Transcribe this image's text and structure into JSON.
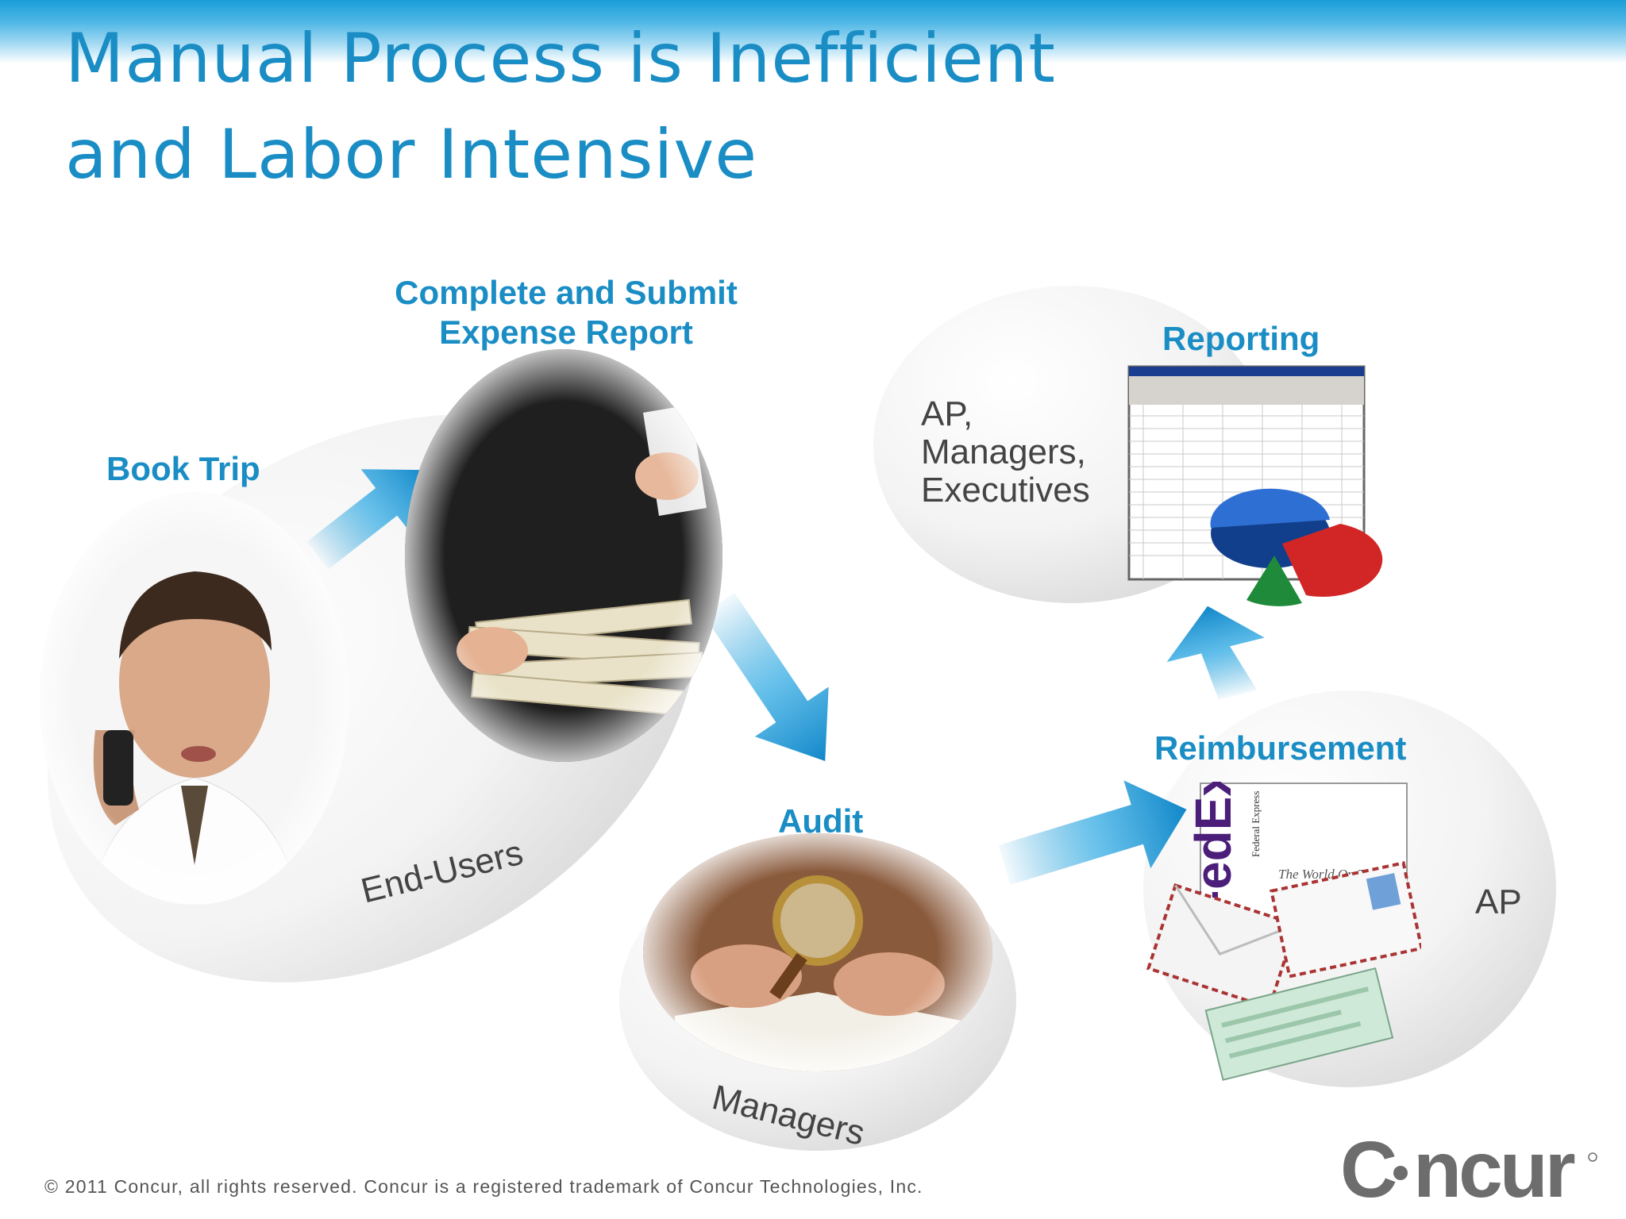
{
  "title": {
    "line1": "Manual Process is Inefficient",
    "line2": "and Labor Intensive"
  },
  "steps": {
    "book_trip": "Book Trip",
    "complete_submit_line1": "Complete and Submit",
    "complete_submit_line2": "Expense Report",
    "audit": "Audit",
    "reimbursement": "Reimbursement",
    "reporting": "Reporting"
  },
  "roles": {
    "end_users": "End-Users",
    "managers": "Managers",
    "ap": "AP",
    "reporting_roles": [
      "AP,",
      "Managers,",
      "Executives"
    ]
  },
  "reimbursement_image_text": {
    "fedex_brand": "FedEx",
    "fedex_sub": "Federal Express",
    "tagline": "The World On Time"
  },
  "footer": "© 2011 Concur, all rights reserved. Concur is a registered trademark of Concur Technologies, Inc.",
  "logo_text": "Concur",
  "colors": {
    "accent": "#1a8dc5",
    "arrow": "#1e9ad6",
    "text_gray": "#444444"
  }
}
